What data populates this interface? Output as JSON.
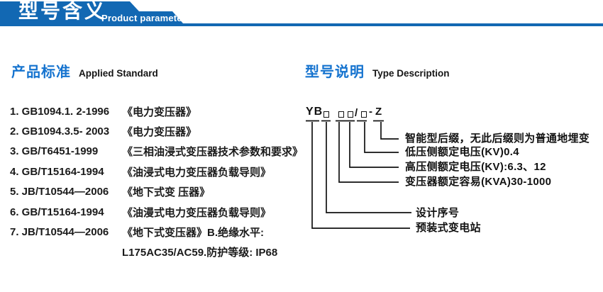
{
  "header": {
    "title_cn": "型号含义",
    "title_en": "Product parameters"
  },
  "colors": {
    "banner_blue": "#1268b3",
    "section_title_blue": "#1573cf",
    "ink": "#1a1a1a"
  },
  "standards": {
    "heading_cn": "产品标准",
    "heading_en": "Applied Standard",
    "items": [
      {
        "code": "1. GB1094.1. 2-1996",
        "title": "《电力变压器》"
      },
      {
        "code": "2. GB1094.3.5- 2003",
        "title": "《电力变压器》"
      },
      {
        "code": "3. GB/T6451-1999",
        "title": "《三相油浸式变压器技术参数和要求》"
      },
      {
        "code": "4. GB/T15164-1994",
        "title": "《油浸式电力变压器负载导则》"
      },
      {
        "code": "5. JB/T10544—2006",
        "title": "《地下式变 压器》"
      },
      {
        "code": "6. GB/T15164-1994",
        "title": "《油漫式电力变压器负载导则》"
      },
      {
        "code": "7. JB/T10544—2006",
        "title": "《地下式变压器》B.绝缘水平:"
      },
      {
        "code": "",
        "title": "L175AC35/AC59.防护等级: IP68"
      }
    ]
  },
  "type_description": {
    "heading_cn": "型号说明",
    "heading_en": "Type Description",
    "model": {
      "prefix": "YB",
      "slash": "/",
      "dash": "-",
      "suffix": "Z"
    },
    "labels": [
      "智能型后缀，无此后缀则为普通地埋变",
      "低压侧额定电压(KV)0.4",
      "高压侧额定电压(KV):6.3、12",
      "变压器额定容易(KVA)30-1000",
      "设计序号",
      "预装式变电站"
    ]
  }
}
